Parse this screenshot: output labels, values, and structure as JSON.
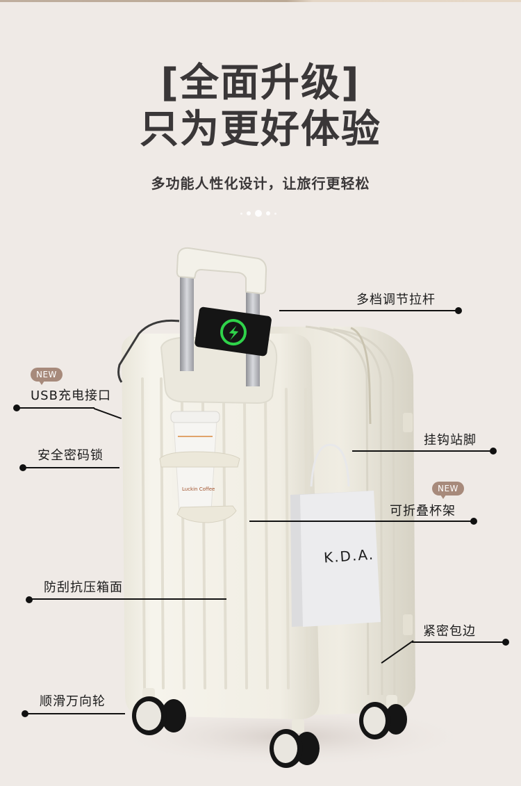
{
  "header": {
    "title_line1": "[全面升级]",
    "title_line2": "只为更好体验",
    "subtitle": "多功能人性化设计，让旅行更轻松"
  },
  "pagination": {
    "total": 5,
    "active_index": 2
  },
  "badge_text": "NEW",
  "features": [
    {
      "id": "trolley",
      "label": "多档调节拉杆",
      "new": false
    },
    {
      "id": "usb",
      "label": "USB充电接口",
      "new": true
    },
    {
      "id": "hook",
      "label": "挂钩站脚",
      "new": false
    },
    {
      "id": "lock",
      "label": "安全密码锁",
      "new": false
    },
    {
      "id": "cupholder",
      "label": "可折叠杯架",
      "new": true
    },
    {
      "id": "shell",
      "label": "防刮抗压箱面",
      "new": false
    },
    {
      "id": "edge",
      "label": "紧密包边",
      "new": false
    },
    {
      "id": "wheels",
      "label": "顺滑万向轮",
      "new": false
    }
  ],
  "product_props": {
    "bag_brand": "K.D.A.",
    "cup_brand": "Luckin Coffee"
  },
  "colors": {
    "background": "#efeae6",
    "title": "#3a3738",
    "badge": "#a78a7b",
    "suitcase": "#f3f0e6",
    "charge_ring": "#2fd24a"
  }
}
